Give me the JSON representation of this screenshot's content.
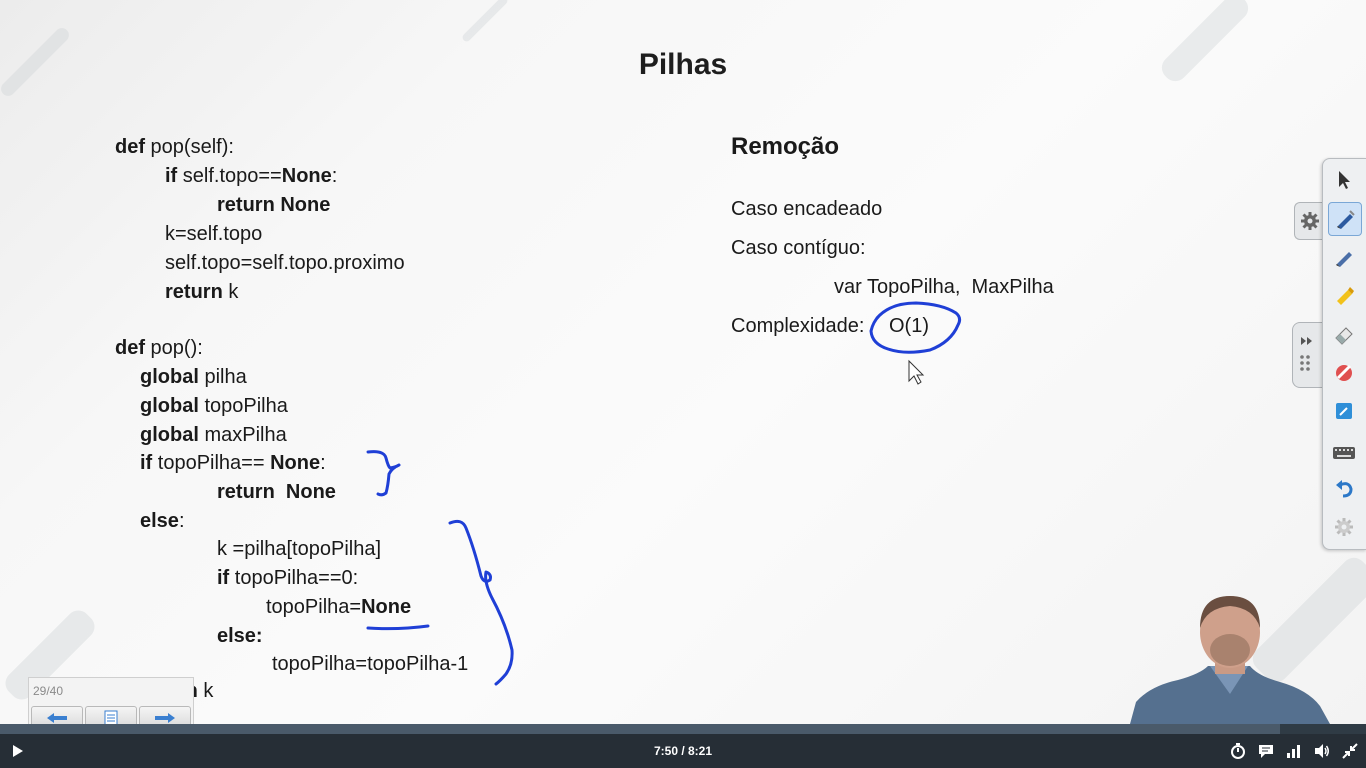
{
  "slide": {
    "title": "Pilhas",
    "code_block_1": [
      {
        "kw": "def",
        "text": " pop(self):"
      },
      {
        "kw": "if",
        "text": " self.topo==",
        "kw2": "None",
        "text2": ":"
      },
      {
        "kw": "return",
        "text": " ",
        "kw2": "None",
        "text2": ""
      },
      {
        "kw": "",
        "text": "k=self.topo"
      },
      {
        "kw": "",
        "text": "self.topo=self.topo.proximo"
      },
      {
        "kw": "return",
        "text": " k"
      }
    ],
    "code_block_2": [
      {
        "kw": "def",
        "text": " pop():"
      },
      {
        "kw": "global",
        "text": " pilha"
      },
      {
        "kw": "global",
        "text": " topoPilha"
      },
      {
        "kw": "global",
        "text": " maxPilha"
      },
      {
        "kw": "if",
        "text": " topoPilha== ",
        "kw2": "None",
        "text2": ":"
      },
      {
        "kw": "return",
        "text": "  ",
        "kw2": "None",
        "text2": ""
      },
      {
        "kw": "else",
        "text": ":"
      },
      {
        "kw": "",
        "text": "k =pilha[topoPilha]"
      },
      {
        "kw": "if",
        "text": " topoPilha==0:"
      },
      {
        "kw": "",
        "text": "topoPilha=",
        "kw2": "None",
        "text2": ""
      },
      {
        "kw": "else:",
        "text": ""
      },
      {
        "kw": "",
        "text": "topoPilha=topoPilha-1"
      },
      {
        "kw": "return",
        "text": " k"
      }
    ],
    "removal": {
      "heading": "Remoção",
      "case_linked": "Caso encadeado",
      "case_contiguous": "Caso contíguo:",
      "vars": "var TopoPilha,  MaxPilha",
      "complexity_label": "Complexidade:",
      "complexity_value": "O(1)"
    }
  },
  "slide_nav": {
    "page_counter": "29/40",
    "prev_icon": "arrow-left-icon",
    "index_icon": "slides-index-icon",
    "next_icon": "arrow-right-icon"
  },
  "annotation_toolbar": {
    "tools": [
      "cursor-icon",
      "pen-icon",
      "marker-icon",
      "highlighter-icon",
      "eraser-icon",
      "shape-eraser-icon",
      "note-icon",
      "keyboard-icon",
      "undo-icon",
      "settings-icon"
    ],
    "active_tool": "pen-icon"
  },
  "player": {
    "time": "7:50 / 8:21",
    "progress": 0.937,
    "icons": [
      "play-icon",
      "timer-icon",
      "captions-icon",
      "quality-icon",
      "volume-icon",
      "exit-fullscreen-icon"
    ],
    "bar_color": "#262e36",
    "ink_color": "#1f3fd6"
  }
}
